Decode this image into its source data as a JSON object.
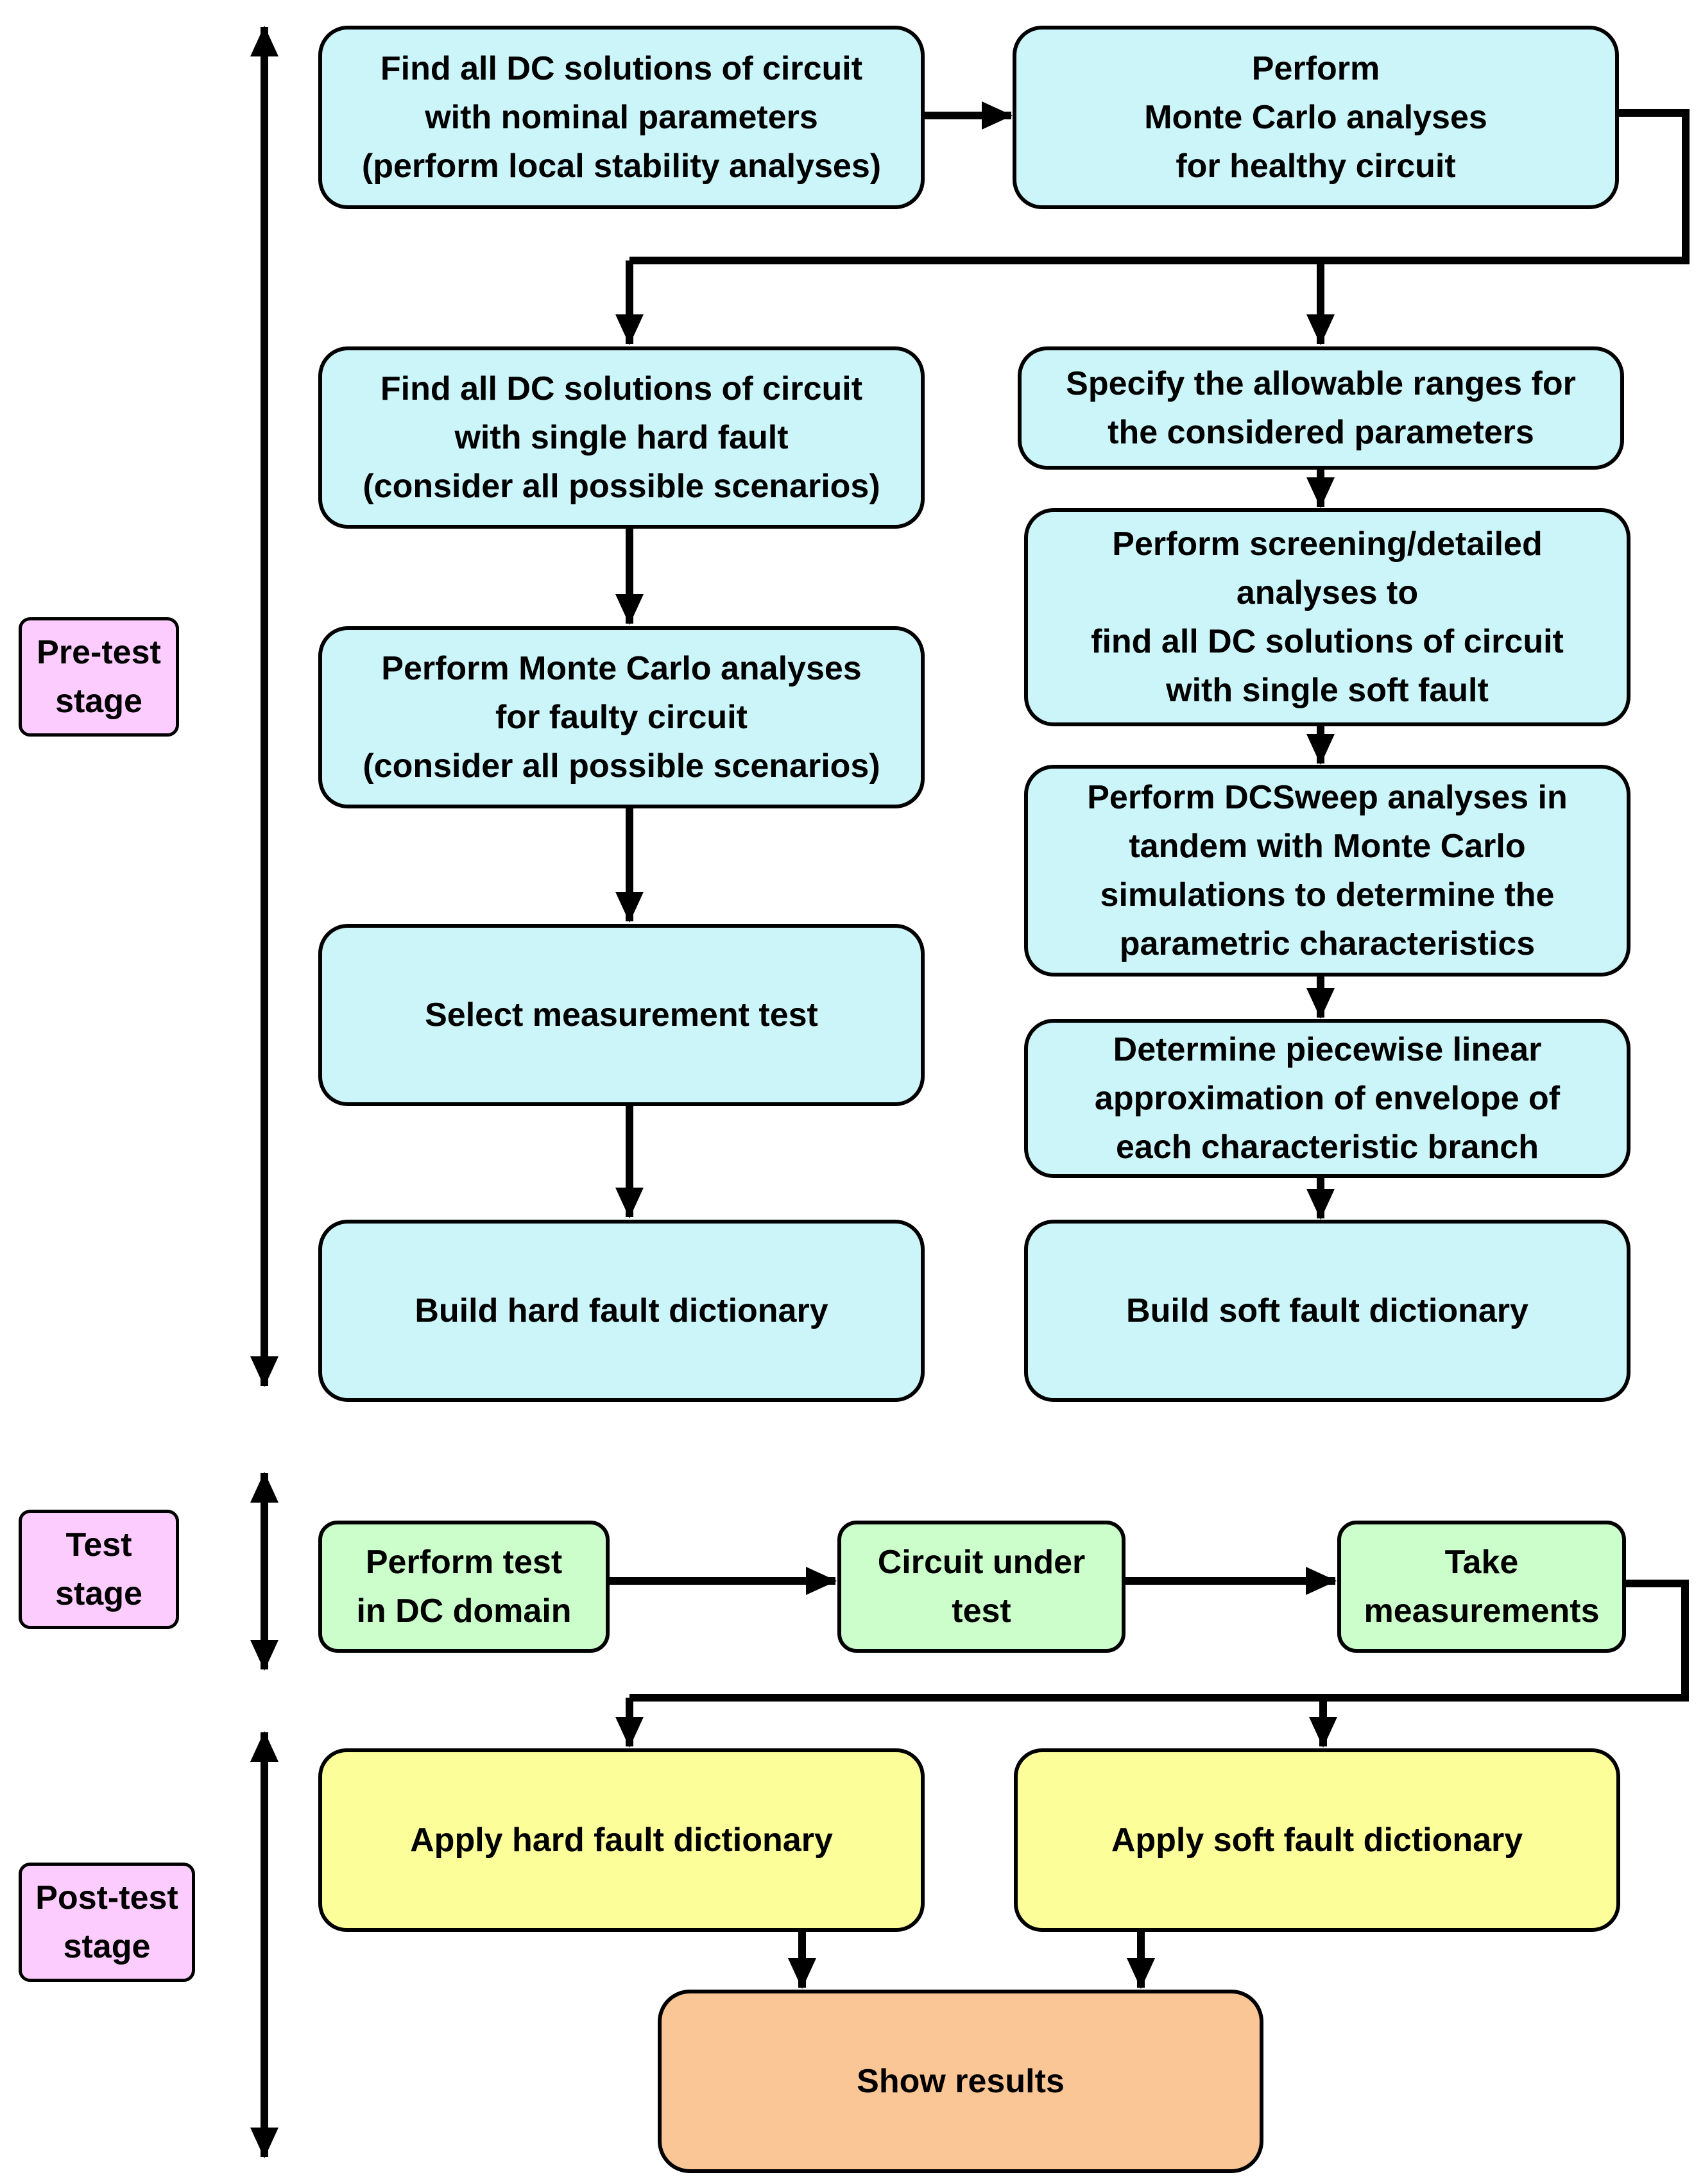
{
  "stages": {
    "pre_test": "Pre-test\nstage",
    "test": "Test\nstage",
    "post_test": "Post-test\nstage"
  },
  "pre_test_flow": {
    "find_dc_nominal": "Find all DC solutions  of circuit\nwith nominal parameters\n(perform local stability analyses)",
    "monte_carlo_healthy": "Perform\nMonte Carlo analyses\nfor  healthy circuit",
    "hard_fault": {
      "find_dc_hard": "Find all DC solutions of circuit\nwith single hard fault\n(consider all possible scenarios)",
      "monte_carlo_faulty": "Perform Monte Carlo analyses\nfor faulty circuit\n(consider all possible scenarios)",
      "select_measurement": "Select measurement test",
      "build_hard_dictionary": "Build hard fault dictionary"
    },
    "soft_fault": {
      "specify_ranges": "Specify the allowable ranges for\nthe considered parameters",
      "screening_analyses": "Perform screening/detailed\nanalyses to\nfind all DC solutions of circuit\nwith single soft fault",
      "dcsweep_analyses": "Perform DCSweep analyses in\ntandem with Monte Carlo\nsimulations to determine the\nparametric characteristics",
      "piecewise_linear": "Determine piecewise linear\napproximation of envelope of\neach characteristic branch",
      "build_soft_dictionary": "Build soft fault dictionary"
    }
  },
  "test_flow": {
    "perform_test": "Perform test\nin DC domain",
    "circuit_under_test": "Circuit under\ntest",
    "take_measurements": "Take\nmeasurements"
  },
  "post_test_flow": {
    "apply_hard": "Apply hard fault dictionary",
    "apply_soft": "Apply soft fault dictionary",
    "show_results": "Show results"
  },
  "colors": {
    "pre_test_box": "#ccf5f9",
    "test_box": "#ccfecc",
    "post_test_box": "#fcfe99",
    "results_box": "#fac696",
    "stage_label": "#fbccfd",
    "line": "#000000"
  }
}
